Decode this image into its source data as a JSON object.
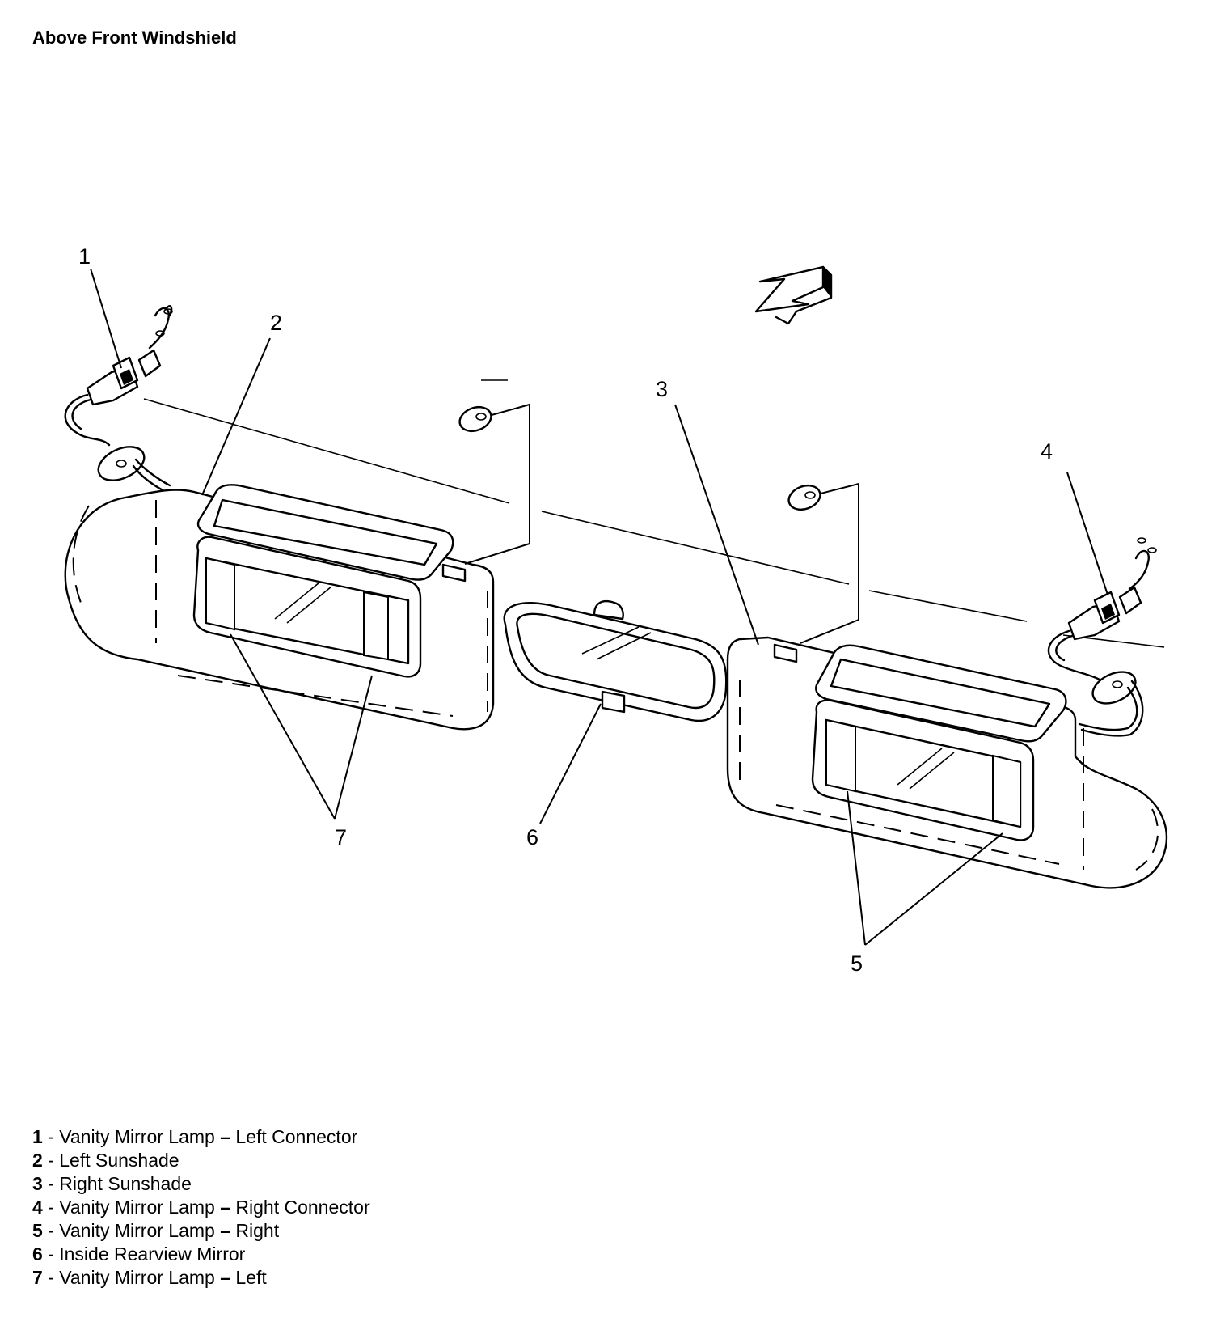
{
  "title": "Above Front Windshield",
  "callouts": [
    "1",
    "2",
    "3",
    "4",
    "5",
    "6",
    "7"
  ],
  "legend": [
    {
      "num": "1",
      "pre": "Vanity Mirror Lamp ",
      "dash": "–",
      "rest": " Left Connector"
    },
    {
      "num": "2",
      "pre": "Left Sunshade",
      "dash": "",
      "rest": ""
    },
    {
      "num": "3",
      "pre": "Right Sunshade",
      "dash": "",
      "rest": ""
    },
    {
      "num": "4",
      "pre": "Vanity Mirror Lamp ",
      "dash": "–",
      "rest": " Right Connector"
    },
    {
      "num": "5",
      "pre": "Vanity Mirror Lamp ",
      "dash": "–",
      "rest": " Right"
    },
    {
      "num": "6",
      "pre": "Inside Rearview Mirror",
      "dash": "",
      "rest": ""
    },
    {
      "num": "7",
      "pre": "Vanity Mirror Lamp ",
      "dash": "–",
      "rest": " Left"
    }
  ],
  "icons": [
    "direction-arrow-icon"
  ]
}
